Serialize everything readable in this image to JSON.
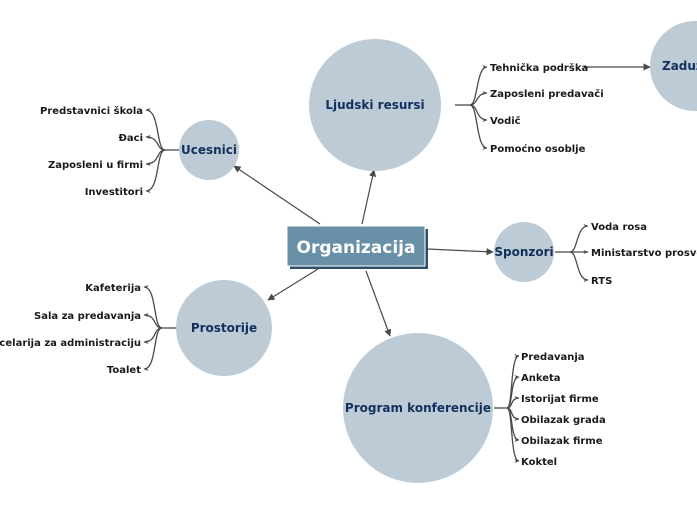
{
  "colors": {
    "node_fill": "#bccbd6",
    "node_text": "#13305c",
    "root_fill": "#6890a6",
    "root_shadow": "#2f4e6a",
    "edge": "#4a4a4a"
  },
  "root": {
    "label": "Organizacija"
  },
  "nodes": {
    "ljudski": {
      "label": "Ljudski resursi",
      "children": [
        "Tehnička podrška",
        "Zaposleni predavači",
        "Vodič",
        "Pomoćno osoblje"
      ]
    },
    "ucesnici": {
      "label": "Ucesnici",
      "children": [
        "Predstavnici škola",
        "Đaci",
        "Zaposleni u firmi",
        "Investitori"
      ]
    },
    "sponzori": {
      "label": "Sponzori",
      "children": [
        "Voda rosa",
        "Ministarstvo prosvete",
        "RTS"
      ]
    },
    "prostorije": {
      "label": "Prostorije",
      "children": [
        "Kafeterija",
        "Sala za predavanja",
        "Kancelarija za administraciju",
        "Toalet"
      ]
    },
    "program": {
      "label": "Program konferencije",
      "children": [
        "Predavanja",
        "Anketa",
        "Istorijat firme",
        "Obilazak grada",
        "Obilazak firme",
        "Koktel"
      ]
    },
    "zaduzenja": {
      "label": "Zaduženja"
    }
  }
}
